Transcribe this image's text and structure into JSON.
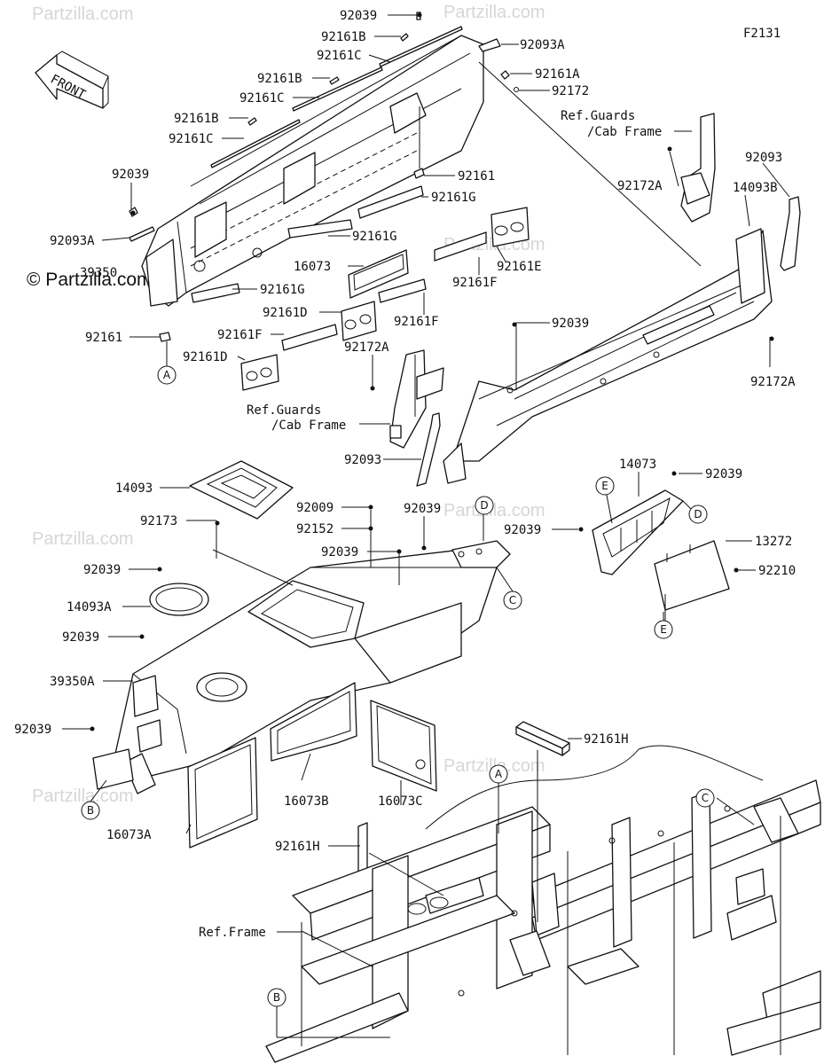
{
  "figure_code": "F2131",
  "front_label": "FRONT",
  "watermark": "Partzilla.com",
  "watermark_main": "© Partzilla.com",
  "callout_letters": {
    "A": "A",
    "B": "B",
    "C": "C",
    "D": "D",
    "E": "E"
  },
  "labels": {
    "l92039_top": "92039",
    "l92161B_1": "92161B",
    "l92161C_1": "92161C",
    "l92161B_2": "92161B",
    "l92161C_2": "92161C",
    "l92161B_3": "92161B",
    "l92161C_3": "92161C",
    "l92093A_r": "92093A",
    "l92161A": "92161A",
    "l92172": "92172",
    "l92039_left": "92039",
    "l92093A_l": "92093A",
    "l39350": "39350",
    "l92161_r": "92161",
    "l92161G_1": "92161G",
    "l92161G_2": "92161G",
    "l92161G_3": "92161G",
    "l16073": "16073",
    "l92161E": "92161E",
    "l92161F_1": "92161F",
    "l92161D_1": "92161D",
    "l92161F_2": "92161F",
    "l92161F_3": "92161F",
    "l92161D_2": "92161D",
    "l92161_l": "92161",
    "l92093_r": "92093",
    "l92172A_1": "92172A",
    "l14093B": "14093B",
    "l92039_mid": "92039",
    "l92172A_2": "92172A",
    "l92172A_3": "92172A",
    "l92093_l": "92093",
    "l14093": "14093",
    "l92173": "92173",
    "l92009": "92009",
    "l92152": "92152",
    "l92039_c": "92039",
    "l92039_d": "92039",
    "l14073": "14073",
    "l92039_e": "92039",
    "l92039_f": "92039",
    "l13272": "13272",
    "l92210": "92210",
    "l92039_g": "92039",
    "l14093A": "14093A",
    "l92039_h": "92039",
    "l39350A": "39350A",
    "l92039_i": "92039",
    "l92161H_1": "92161H",
    "l16073B": "16073B",
    "l16073C": "16073C",
    "l16073A": "16073A",
    "l92161H_2": "92161H"
  },
  "refs": {
    "guards_1a": "Ref.Guards",
    "guards_1b": "/Cab Frame",
    "guards_2a": "Ref.Guards",
    "guards_2b": "/Cab Frame",
    "frame": "Ref.Frame"
  }
}
